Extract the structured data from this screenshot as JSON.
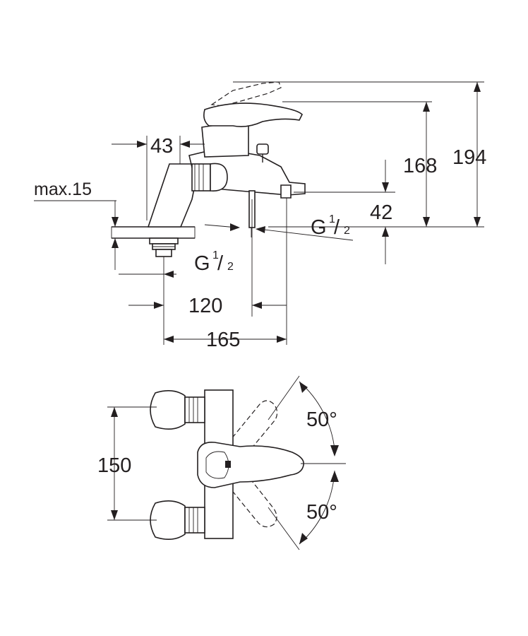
{
  "side_view": {
    "dim_43": "43",
    "dim_max15": "max.15",
    "dim_168": "168",
    "dim_194": "194",
    "dim_42": "42",
    "dim_120": "120",
    "dim_165": "165",
    "thread_left": {
      "g": "G",
      "num": "1",
      "sep": "/",
      "den": "2"
    },
    "thread_right": {
      "g": "G",
      "num": "1",
      "sep": "/",
      "den": "2"
    }
  },
  "top_view": {
    "dim_150": "150",
    "angle_upper": "50°",
    "angle_lower": "50°"
  }
}
